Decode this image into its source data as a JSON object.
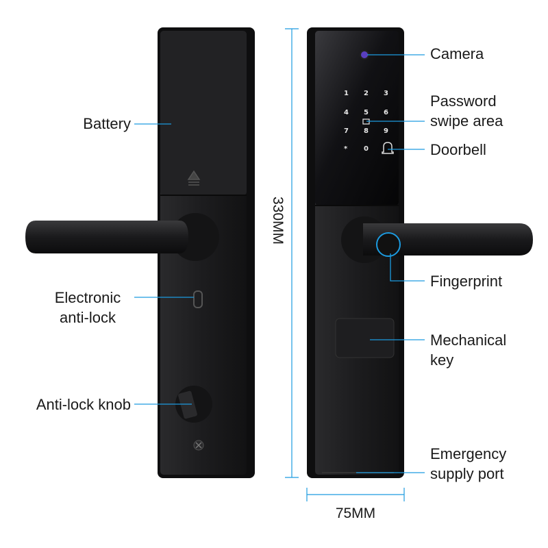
{
  "labels": {
    "battery": "Battery",
    "electronic_anti_lock": [
      "Electronic",
      "anti-lock"
    ],
    "anti_lock_knob": "Anti-lock knob",
    "camera": "Camera",
    "password_swipe_area": [
      "Password",
      "swipe area"
    ],
    "doorbell": "Doorbell",
    "fingerprint": "Fingerprint",
    "mechanical_key": [
      "Mechanical",
      "key"
    ],
    "emergency_supply_port": [
      "Emergency",
      "supply port"
    ]
  },
  "dimensions": {
    "height": "330MM",
    "width": "75MM"
  },
  "keypad": [
    "1",
    "2",
    "3",
    "4",
    "5",
    "6",
    "7",
    "8",
    "9",
    "*",
    "0"
  ],
  "colors": {
    "leader": "#1c9be0",
    "body": "#1b1b1d"
  }
}
